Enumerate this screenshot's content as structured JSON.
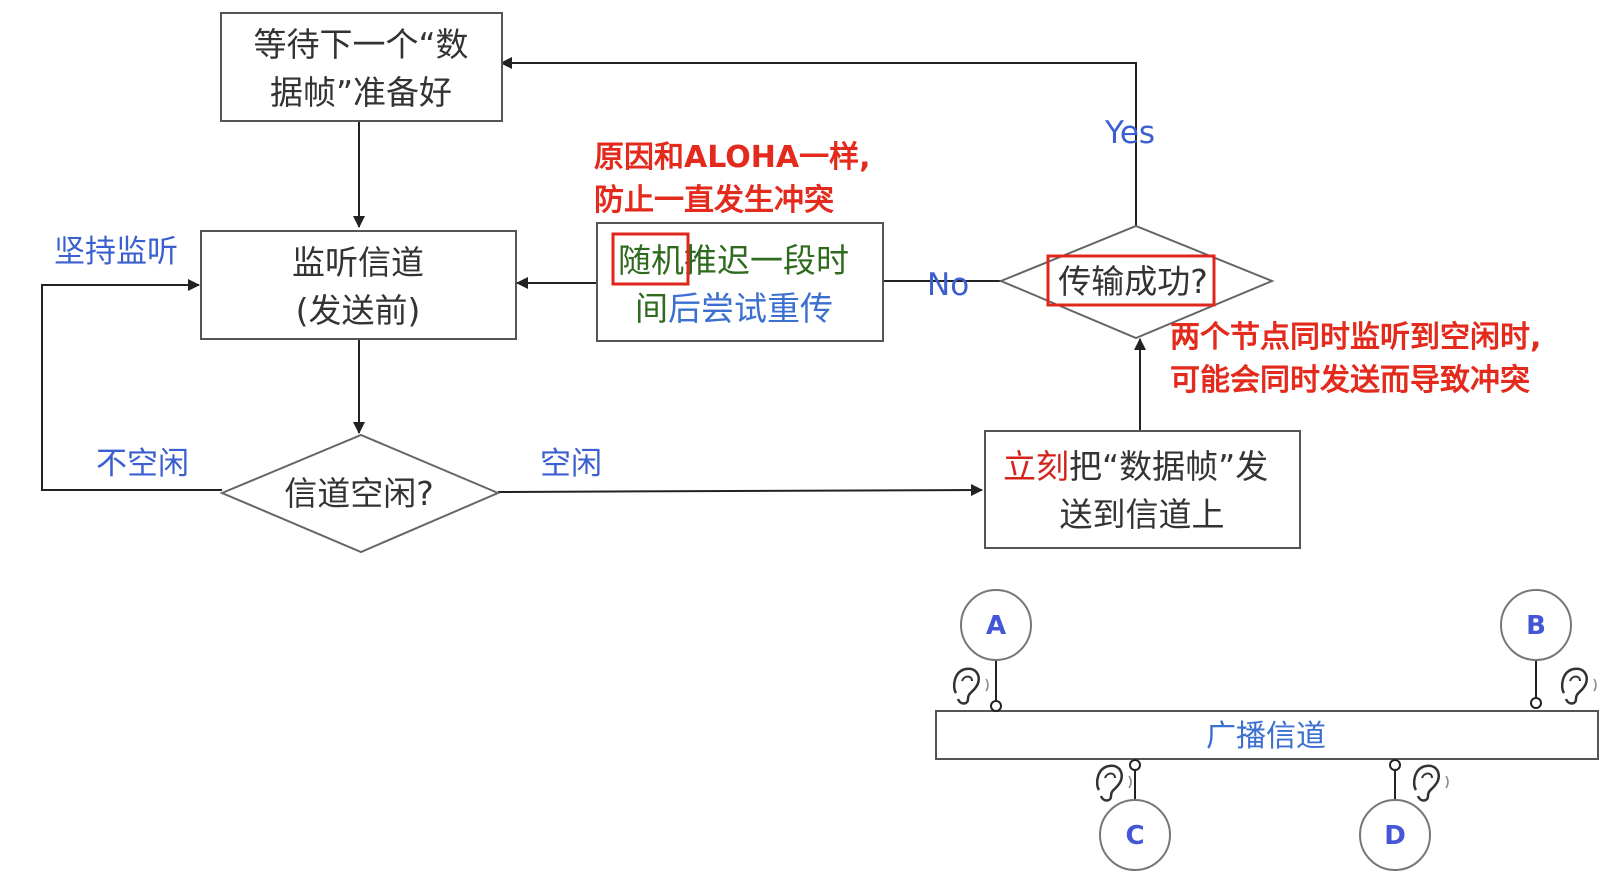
{
  "boxes": {
    "wait_line1": "等待下一个“数",
    "wait_line2": "据帧”准备好",
    "listen_line1": "监听信道",
    "listen_line2": "(发送前)",
    "random_part1": "随机",
    "random_part2": "推迟一段时",
    "random_part3": "间",
    "random_part4": "后尝试重传",
    "send_part1": "立刻",
    "send_part2": "把“数据帧”发",
    "send_line2": "送到信道上"
  },
  "decisions": {
    "idle": "信道空闲?",
    "success": "传输成功?"
  },
  "edge_labels": {
    "persist": "坚持监听",
    "not_idle": "不空闲",
    "idle": "空闲",
    "yes": "Yes",
    "no": "No"
  },
  "annotations": {
    "reason_line1": "原因和ALOHA一样,",
    "reason_line2": "防止一直发生冲突",
    "collision_line1": "两个节点同时监听到空闲时,",
    "collision_line2": "可能会同时发送而导致冲突"
  },
  "network": {
    "nodes": [
      "A",
      "B",
      "C",
      "D"
    ],
    "bus_label": "广播信道"
  },
  "colors": {
    "annotation_red": "#e32a1c",
    "label_blue": "#3b5fd0",
    "text_green": "#2e6b1f",
    "node_blue": "#4455d6"
  }
}
